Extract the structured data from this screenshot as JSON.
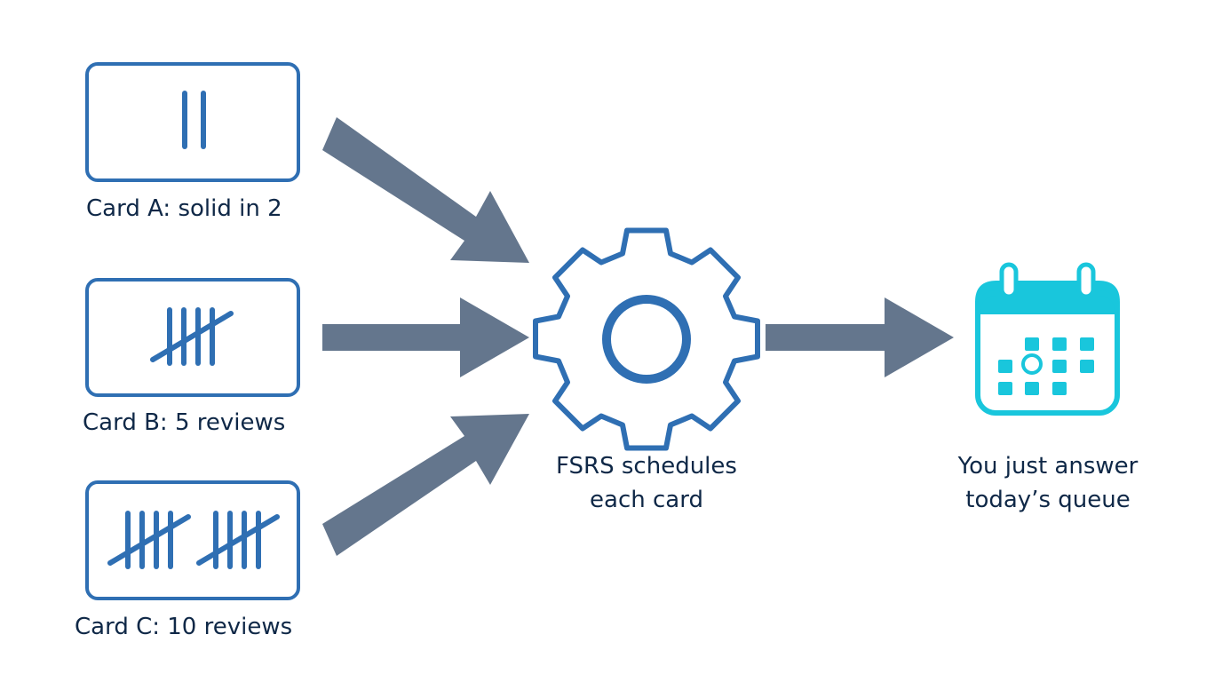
{
  "cards": [
    {
      "label": "Card A: solid in 2",
      "reviews": 2
    },
    {
      "label": "Card B: 5 reviews",
      "reviews": 5
    },
    {
      "label": "Card C: 10 reviews",
      "reviews": 10
    }
  ],
  "scheduler": {
    "label_line1": "FSRS schedules",
    "label_line2": "each card",
    "icon": "gear-icon"
  },
  "output": {
    "label_line1": "You just answer",
    "label_line2": "today’s queue",
    "icon": "calendar-icon"
  },
  "colors": {
    "card_stroke": "#2f6fb3",
    "arrow": "#64768d",
    "gear": "#2f6fb3",
    "calendar": "#19c6dc",
    "text": "#0f2847"
  }
}
